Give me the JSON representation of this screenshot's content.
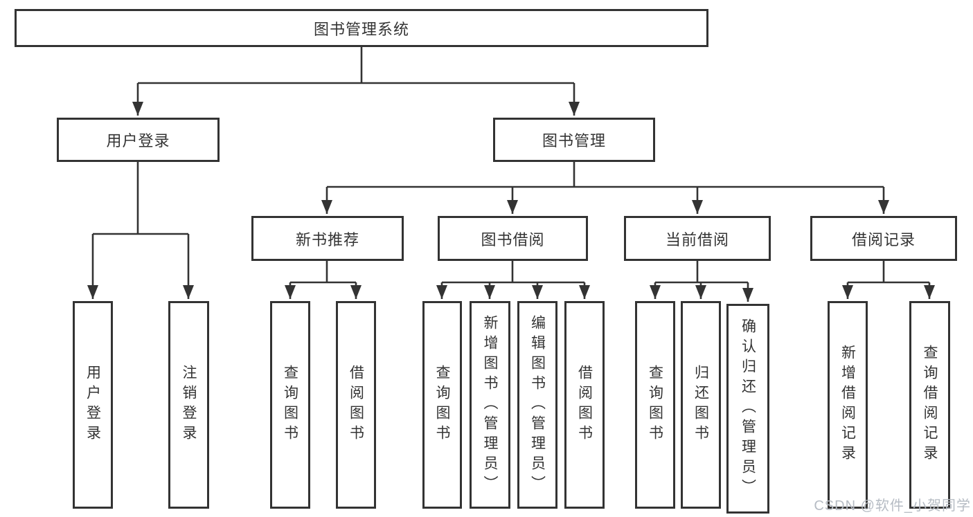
{
  "diagram": {
    "root": {
      "label": "图书管理系统"
    },
    "branches": [
      {
        "label": "用户登录",
        "children": [
          {
            "label": "用户登录"
          },
          {
            "label": "注销登录"
          }
        ]
      },
      {
        "label": "图书管理",
        "children": [
          {
            "label": "新书推荐",
            "children": [
              {
                "label": "查询图书"
              },
              {
                "label": "借阅图书"
              }
            ]
          },
          {
            "label": "图书借阅",
            "children": [
              {
                "label": "查询图书"
              },
              {
                "label": "新增图书（管理员）"
              },
              {
                "label": "编辑图书（管理员）"
              },
              {
                "label": "借阅图书"
              }
            ]
          },
          {
            "label": "当前借阅",
            "children": [
              {
                "label": "查询图书"
              },
              {
                "label": "归还图书"
              },
              {
                "label": "确认归还（管理员）"
              }
            ]
          },
          {
            "label": "借阅记录",
            "children": [
              {
                "label": "新增借阅记录"
              },
              {
                "label": "查询借阅记录"
              }
            ]
          }
        ]
      }
    ]
  },
  "watermark": {
    "text": "CSDN @软件_小贺同学"
  },
  "colors": {
    "line": "#333333",
    "text": "#333333",
    "watermark": "#b6bcc4",
    "background": "#ffffff"
  }
}
